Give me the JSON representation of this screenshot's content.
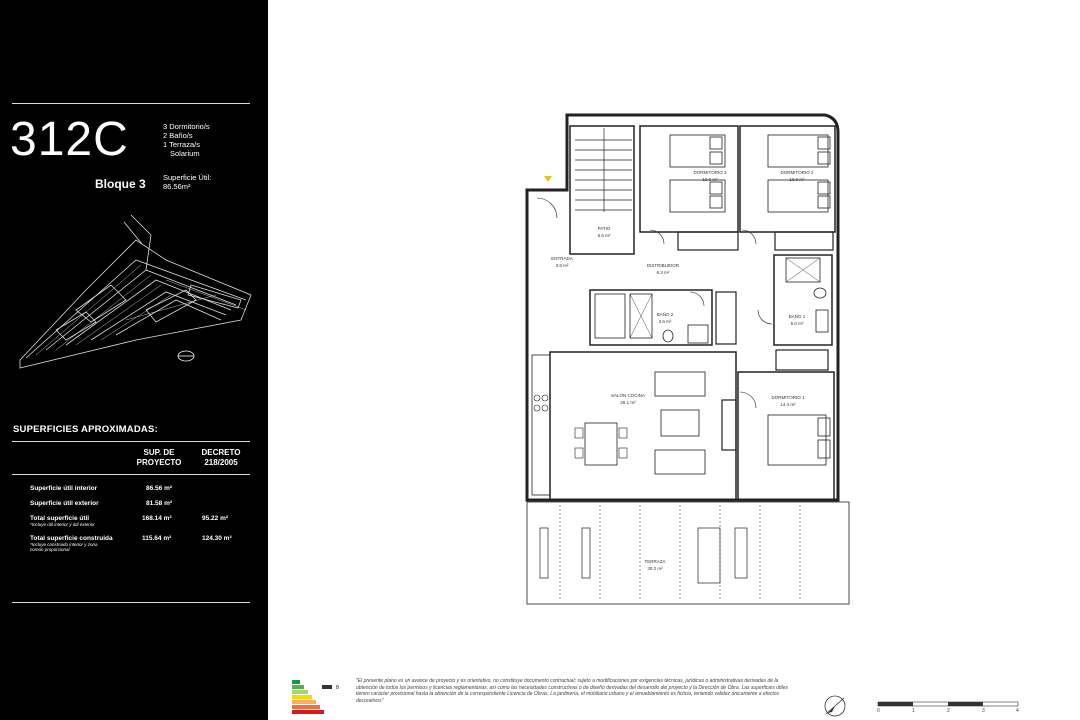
{
  "unit": {
    "code": "312C",
    "block": "Bloque 3",
    "features": [
      "3 Dormitorio/s",
      "2 Baño/s",
      "1 Terraza/s",
      "Solarium"
    ],
    "useful_area_label": "Superficie Útil:",
    "useful_area_value": "86.56m²"
  },
  "areas": {
    "title": "SUPERFICIES APROXIMADAS:",
    "col_headers": [
      "SUP. DE PROYECTO",
      "DECRETO 218/2005"
    ],
    "rows": [
      {
        "label": "Superficie útil interior",
        "note": "",
        "project": "86.56 m²",
        "decree": ""
      },
      {
        "label": "Superficie útil exterior",
        "note": "",
        "project": "81.58 m²",
        "decree": ""
      },
      {
        "label": "Total superficie útil",
        "note": "*Incluye útil interior y útil exterior",
        "project": "168.14 m²",
        "decree": "95.22 m²"
      },
      {
        "label": "Total superficie construida",
        "note": "*Incluye construido interior y zona común proporcional",
        "project": "115.64 m²",
        "decree": "124.30 m²"
      }
    ]
  },
  "rooms": {
    "patio": [
      "PATIO",
      "6.6 m²"
    ],
    "entrada": [
      "ENTRADA",
      "3.8 m²"
    ],
    "distribuidor": [
      "DISTRIBUIDOR",
      "6.3 m²"
    ],
    "dorm3": [
      "DORMITORIO 3",
      "10.0 m²"
    ],
    "dorm2": [
      "DORMITORIO 2",
      "10.0 m²"
    ],
    "bano2": [
      "BAÑO 2",
      "3.6 m²"
    ],
    "bano1": [
      "BAÑO 1",
      "5.0 m²"
    ],
    "salon": [
      "SALÓN COCINA",
      "26.1 m²"
    ],
    "dorm1": [
      "DORMITORIO 1",
      "14.4 m²"
    ],
    "terraza": [
      "TERRAZA",
      "30.2 m²"
    ]
  },
  "disclaimer": "\"El presente plano es un avance de proyecto y es orientativo, no constituye documento contractual; sujeto a modificaciones por exigencias técnicas, jurídicas o administrativas derivadas de la obtención de todos los permisos y licencias reglamentarias, así como las necesidades constructivas o de diseño derivadas del desarrollo del proyecto y la Dirección de Obra. Las superficies útiles tienen carácter provisional hasta la obtención de la correspondiente Licencia de Obras. La jardinería, el mobiliario urbano y el amueblamiento es ficticio, teniendo validez únicamente a efectos decorativos\"",
  "energy_label": "B",
  "scale": [
    "0",
    "1",
    "2",
    "3",
    "4"
  ]
}
